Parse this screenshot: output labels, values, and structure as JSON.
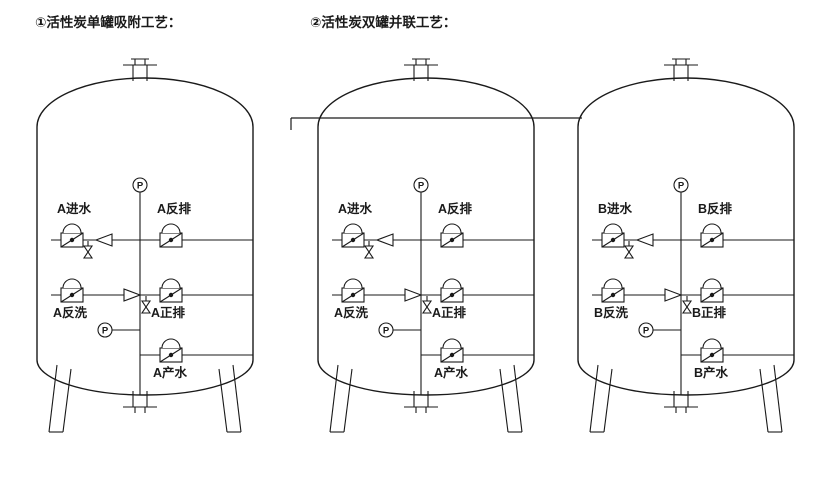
{
  "titles": {
    "single": "①活性炭单罐吸附工艺：",
    "double": "②活性炭双罐并联工艺："
  },
  "tanks": [
    {
      "name": "tank-A-single",
      "inlet": "A进水",
      "back_discharge": "A反排",
      "backwash": "A反洗",
      "forward_discharge": "A正排",
      "product": "A产水",
      "gauge_top": "P",
      "gauge_bottom": "P"
    },
    {
      "name": "tank-A-parallel",
      "inlet": "A进水",
      "back_discharge": "A反排",
      "backwash": "A反洗",
      "forward_discharge": "A正排",
      "product": "A产水",
      "gauge_top": "P",
      "gauge_bottom": "P"
    },
    {
      "name": "tank-B-parallel",
      "inlet": "B进水",
      "back_discharge": "B反排",
      "backwash": "B反洗",
      "forward_discharge": "B正排",
      "product": "B产水",
      "gauge_top": "P",
      "gauge_bottom": "P"
    }
  ],
  "colors": {
    "line": "#1a1a1a",
    "background": "#ffffff"
  }
}
